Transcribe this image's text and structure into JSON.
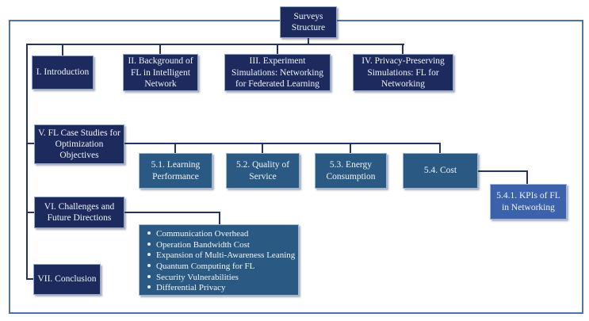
{
  "diagram": {
    "title": "Surveys Structure",
    "nodes": {
      "root": "Surveys Structure",
      "intro": "I. Introduction",
      "background": "II. Background of FL in Intelligent Network",
      "experiment": "III. Experiment Simulations: Networking for Federated Learning",
      "privacy": "IV. Privacy-Preserving Simulations: FL for Networking",
      "case_studies": "V. FL Case Studies for Optimization Objectives",
      "learning_performance": "5.1. Learning Performance",
      "quality_of_service": "5.2. Quality of Service",
      "energy_consumption": "5.3. Energy Consumption",
      "cost": "5.4. Cost",
      "kpis": "5.4.1. KPIs of FL in Networking",
      "challenges": "VI. Challenges and Future Directions",
      "conclusion": "VII. Conclusion"
    },
    "challenge_items": [
      "Communication Overhead",
      "Operation Bandwidth Cost",
      "Expansion of Multi-Awareness Leaning",
      "Quantum Computing for FL",
      "Security Vulnerabilities",
      "Differential Privacy"
    ],
    "colors": {
      "dark_navy": "#1c2a5e",
      "steel_blue": "#2a5a84",
      "royal_blue": "#3b62aa",
      "connector": "#24335f",
      "frame_border": "#4c74a4",
      "text_light": "#f2f4f9"
    }
  }
}
